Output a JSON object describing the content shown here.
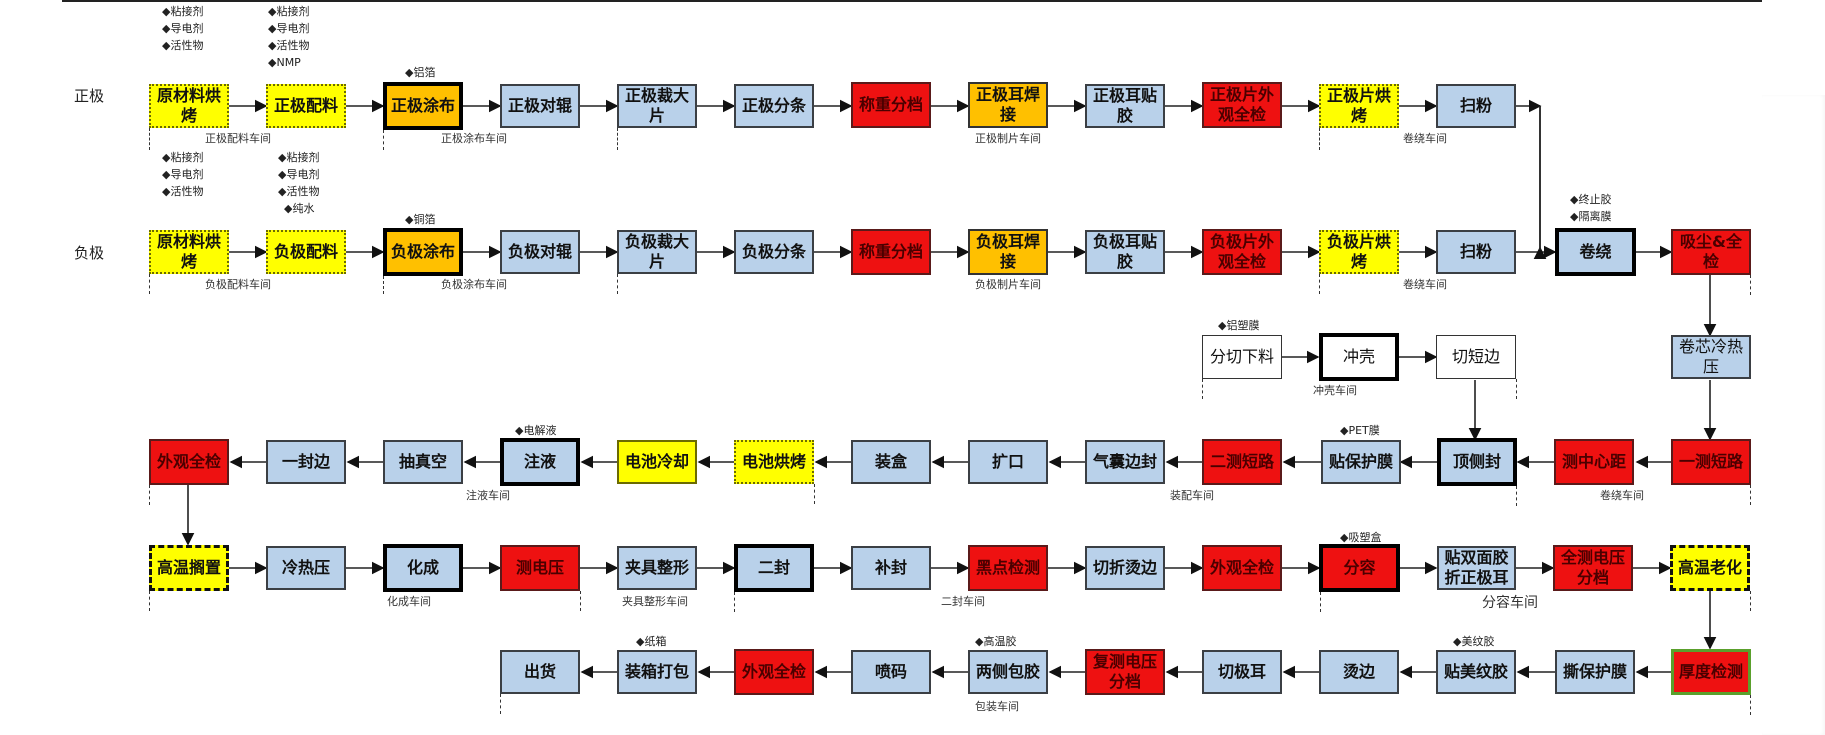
{
  "lanes": {
    "positive": "正极",
    "negative": "负极"
  },
  "colors": {
    "inspection_red": "#ee1111",
    "process_blue": "#b9d1ea",
    "baking_yellow": "#ffff00",
    "coating_orange": "#ffc000"
  },
  "row1": {
    "materials": {
      "raw": [
        "◆粘接剂",
        "◆导电剂",
        "◆活性物"
      ],
      "mix": [
        "◆粘接剂",
        "◆导电剂",
        "◆活性物",
        "◆NMP"
      ],
      "coat": "◆铝箔"
    },
    "nodes": [
      "原材料烘烤",
      "正极配料",
      "正极涂布",
      "正极对辊",
      "正极裁大片",
      "正极分条",
      "称重分档",
      "正极耳焊接",
      "正极耳贴胶",
      "正极片外观全检",
      "正极片烘烤",
      "扫粉"
    ],
    "workshops": [
      "正极配料车间",
      "正极涂布车间",
      "正极制片车间",
      "卷绕车间"
    ]
  },
  "row2": {
    "materials": {
      "raw": [
        "◆粘接剂",
        "◆导电剂",
        "◆活性物"
      ],
      "mix": [
        "◆粘接剂",
        "◆导电剂",
        "◆活性物",
        "◆纯水"
      ],
      "coat": "◆铜箔",
      "wind": [
        "◆终止胶",
        "◆隔离膜"
      ]
    },
    "nodes": [
      "原材料烘烤",
      "负极配料",
      "负极涂布",
      "负极对辊",
      "负极裁大片",
      "负极分条",
      "称重分档",
      "负极耳焊接",
      "负极耳贴胶",
      "负极片外观全检",
      "负极片烘烤",
      "扫粉",
      "卷绕",
      "吸尘&全检"
    ],
    "workshops": [
      "负极配料车间",
      "负极涂布车间",
      "负极制片车间",
      "卷绕车间"
    ]
  },
  "shell": {
    "material": "◆铝塑膜",
    "nodes": [
      "分切下料",
      "冲壳",
      "切短边"
    ],
    "workshop": "冲壳车间",
    "core_press": "卷芯冷热压"
  },
  "row3": {
    "materials": {
      "inject": "◆电解液",
      "film": "◆PET膜"
    },
    "nodes": [
      "外观全检",
      "一封边",
      "抽真空",
      "注液",
      "电池冷却",
      "电池烘烤",
      "装盒",
      "扩口",
      "气囊边封",
      "二测短路",
      "贴保护膜",
      "顶侧封",
      "测中心距",
      "一测短路"
    ],
    "workshops": [
      "注液车间",
      "装配车间",
      "卷绕车间"
    ]
  },
  "row4": {
    "materials": {
      "tray": "◆吸塑盒"
    },
    "nodes": [
      "高温搁置",
      "冷热压",
      "化成",
      "测电压",
      "夹具整形",
      "二封",
      "补封",
      "黑点检测",
      "切折烫边",
      "外观全检",
      "分容",
      "贴双面胶折正极耳",
      "全测电压分档",
      "高温老化"
    ],
    "workshops": [
      "化成车间",
      "夹具整形车间",
      "二封车间",
      "分容车间"
    ]
  },
  "row5": {
    "materials": {
      "box": "◆纸箱",
      "glue": "◆高温胶",
      "tape": "◆美纹胶"
    },
    "nodes": [
      "出货",
      "装箱打包",
      "外观全检",
      "喷码",
      "两侧包胶",
      "复测电压分档",
      "切极耳",
      "烫边",
      "贴美纹胶",
      "撕保护膜",
      "厚度检测"
    ],
    "workshop": "包装车间"
  }
}
